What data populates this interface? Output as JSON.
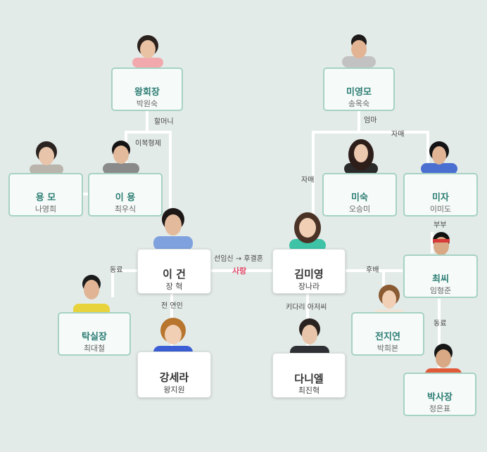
{
  "characters": {
    "wang": {
      "name": "왕회장",
      "actor": "박원숙",
      "skin": "#e9c2a4",
      "hair": "#2b211d",
      "shirt": "#f2a9ad"
    },
    "miyoung": {
      "name": "미영모",
      "actor": "송옥숙",
      "skin": "#e2b494",
      "hair": "#1e1a19",
      "shirt": "#c2c2c2"
    },
    "yongmo": {
      "name": "용 모",
      "actor": "나영희",
      "skin": "#e8c5aa",
      "hair": "#2a2320",
      "shirt": "#b9b4ac"
    },
    "iyong": {
      "name": "이 용",
      "actor": "최우식",
      "skin": "#e3bb9c",
      "hair": "#151213",
      "shirt": "#8a8a8a"
    },
    "misuk": {
      "name": "미숙",
      "actor": "오승미",
      "skin": "#ebc8ae",
      "hair": "#2d1e19",
      "shirt": "#2a2a2a"
    },
    "mija": {
      "name": "미자",
      "actor": "이미도",
      "skin": "#e0b494",
      "hair": "#131214",
      "shirt": "#4a6fd0"
    },
    "igeon": {
      "name": "이 건",
      "actor": "장 혁",
      "skin": "#e3bb9c",
      "hair": "#1d1816",
      "shirt": "#7fa2de"
    },
    "kimmi": {
      "name": "김미영",
      "actor": "장나라",
      "skin": "#f0cfb5",
      "hair": "#4a3326",
      "shirt": "#3ec3a7"
    },
    "choi": {
      "name": "최씨",
      "actor": "임형준",
      "skin": "#d9a985",
      "hair": "#111111",
      "shirt": "#9aa7b6"
    },
    "tak": {
      "name": "탁실장",
      "actor": "최대철",
      "skin": "#e0b494",
      "hair": "#1a1a1a",
      "shirt": "#e8d33c"
    },
    "jeon": {
      "name": "전지연",
      "actor": "박희본",
      "skin": "#f0cfb5",
      "hair": "#8a5a33",
      "shirt": "#f1e4d6"
    },
    "kang": {
      "name": "강세라",
      "actor": "왕지원",
      "skin": "#f0cfb5",
      "hair": "#b8752e",
      "shirt": "#3c5fd6"
    },
    "daniel": {
      "name": "다니엘",
      "actor": "최진혁",
      "skin": "#e8c5aa",
      "hair": "#2a2220",
      "shirt": "#2f3035"
    },
    "park": {
      "name": "박사장",
      "actor": "정은표",
      "skin": "#d9a985",
      "hair": "#161616",
      "shirt": "#e05a3a"
    }
  },
  "relations": {
    "grandma": "할머니",
    "half_brothers": "이복형제",
    "mom": "엄마",
    "sisters_top": "자매",
    "sisters_left": "자매",
    "couple": "부부",
    "colleague_left": "동료",
    "blind_date": "선임신 → 후결혼",
    "love": "사랑",
    "junior": "후배",
    "ex_lover": "전 연인",
    "daddy_long_legs": "키다리 아저씨",
    "colleague_right": "동료"
  },
  "colors": {
    "line": "#ffffff",
    "card_border": "#a6d2c2",
    "name": "#2d7d74",
    "love": "#e2476a",
    "background": "#e3ebe9"
  }
}
